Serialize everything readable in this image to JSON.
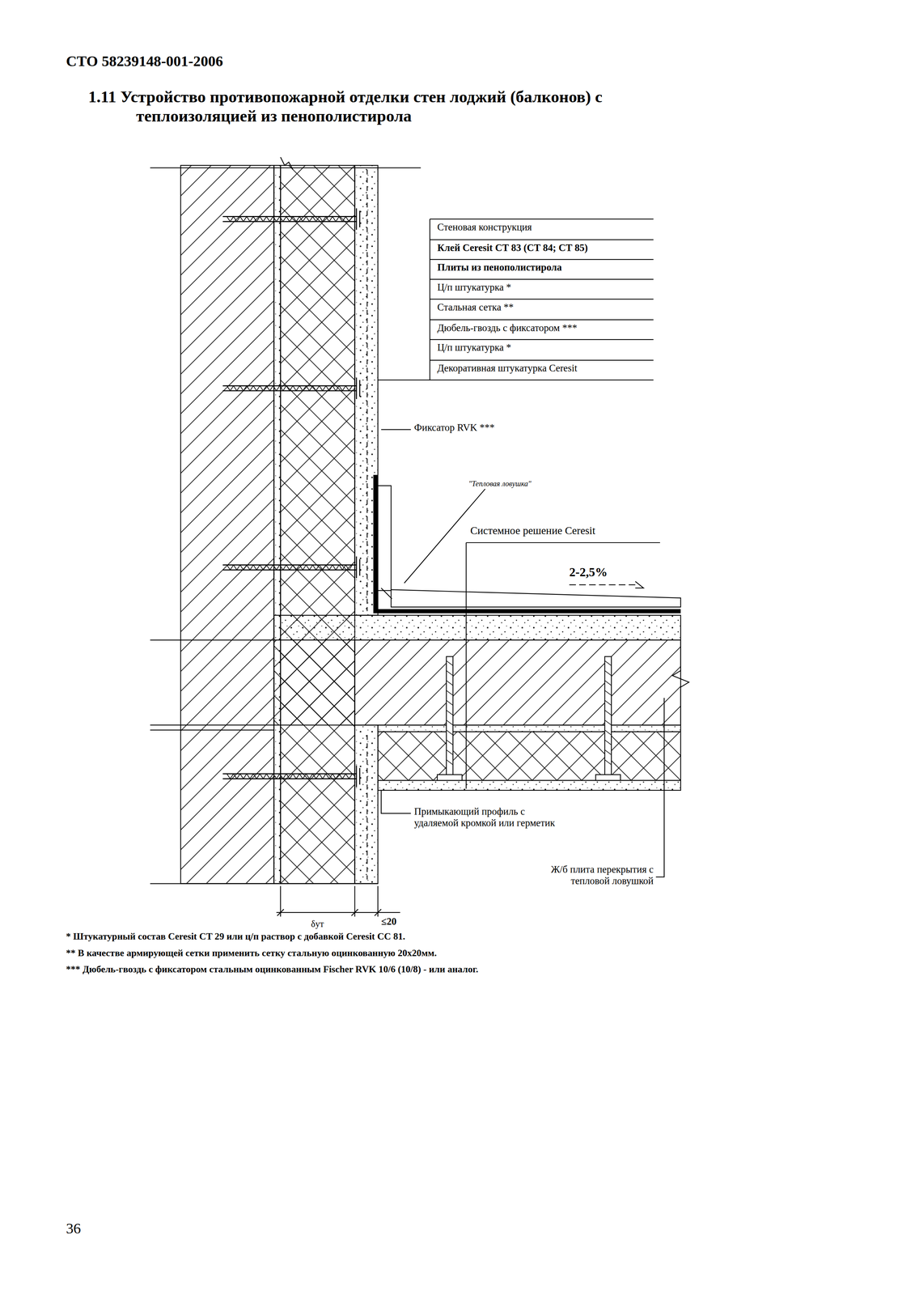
{
  "diagram": {
    "title": "1.11 Устройство противопожарной отделки стен лоджий (балконов) с теплоизоляцией из пенополистирола",
    "labels": [
      "СТО 58239148-001-2006",
      "Стеновая конструкция",
      "Клей Ceresit CT 83 (CT 84; CT 85)",
      "Плиты из пенополистирола",
      "Ц/п штукатурка *",
      "Стальная сетка **",
      "Дюбель-гвоздь с фиксатором ***",
      "Ц/п штукатурка *",
      "Декоративная штукатурка Ceresit",
      "Фиксатор RVK ***",
      "\"Тепловая ловушка\"",
      "Системное решение Ceresit",
      "2-2,5%",
      "Примыкающий профиль с удаляемой кромкой или герметик",
      "Ж/б плита перекрытия с тепловой ловушкой",
      "δут",
      "≤20",
      "* Штукатурный состав Ceresit CT 29 или ц/п раствор с добавкой Ceresit CC 81.",
      "** В качестве армирующей сетки применить сетку стальную оцинкованную 20х20мм.",
      "*** Дюбель-гвоздь с фиксатором стальным оцинкованным Fischer RVK 10/6 (10/8) - или аналог.",
      "36"
    ]
  }
}
